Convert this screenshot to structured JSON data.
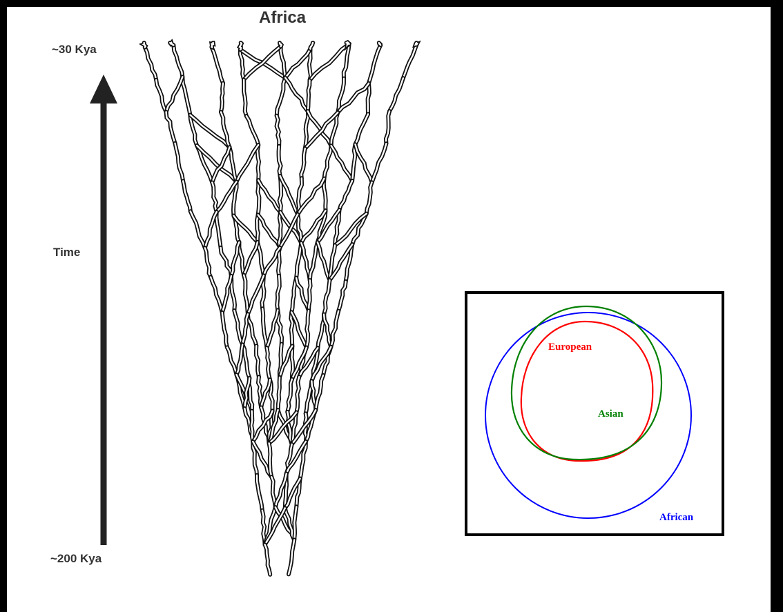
{
  "title": "Africa",
  "time_axis": {
    "top_label": "~30 Kya",
    "middle_label": "Time",
    "bottom_label": "~200 Kya"
  },
  "venn": {
    "sets": [
      {
        "name": "European",
        "color": "#ff0000"
      },
      {
        "name": "Asian",
        "color": "#008000"
      },
      {
        "name": "African",
        "color": "#0000ff"
      }
    ]
  }
}
